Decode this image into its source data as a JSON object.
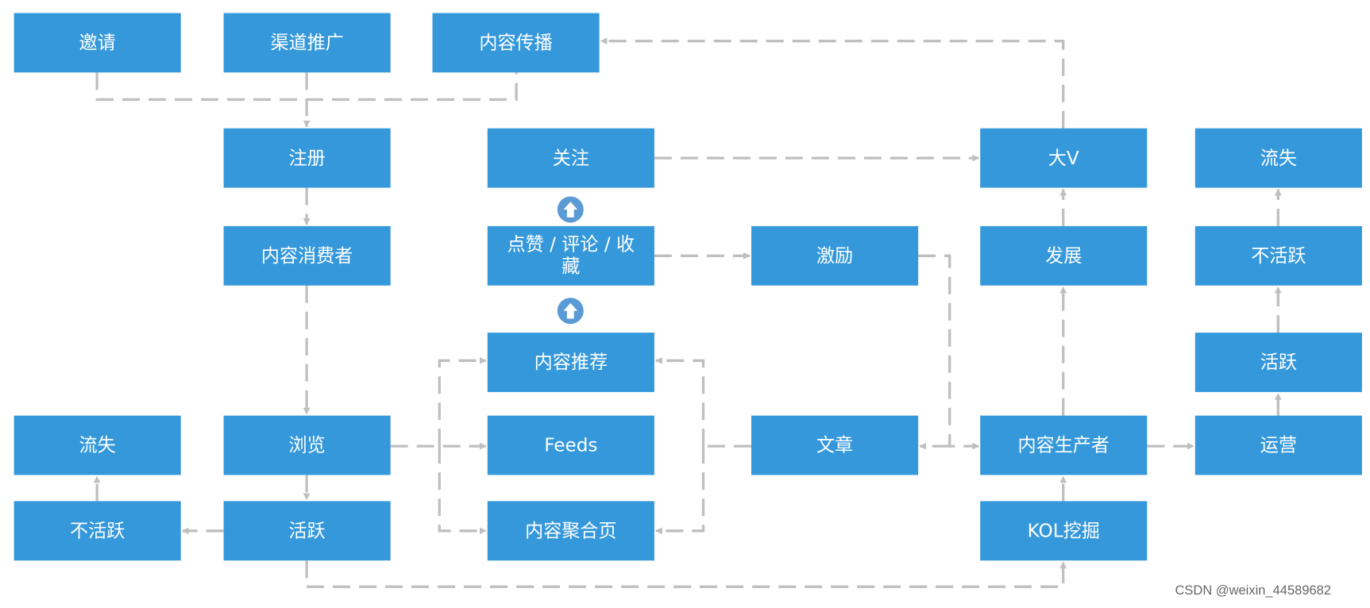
{
  "nodes": {
    "invite": "邀请",
    "channel": "渠道推广",
    "content_spread": "内容传播",
    "register": "注册",
    "follow": "关注",
    "big_v": "大V",
    "churn_right": "流失",
    "consumer": "内容消费者",
    "like_comment_fav": "点赞 / 评论 / 收藏",
    "incentive": "激励",
    "develop": "发展",
    "inactive_right": "不活跃",
    "recommend": "内容推荐",
    "active_right": "活跃",
    "churn_left": "流失",
    "browse": "浏览",
    "feeds": "Feeds",
    "article": "文章",
    "producer": "内容生产者",
    "operation": "运营",
    "inactive_left": "不活跃",
    "active_left": "活跃",
    "aggregate": "内容聚合页",
    "kol": "KOL挖掘"
  },
  "colors": {
    "box": "#3598db",
    "line": "#bfbfbf",
    "circle": "#5b9bd5"
  },
  "watermark": "CSDN @weixin_44589682"
}
